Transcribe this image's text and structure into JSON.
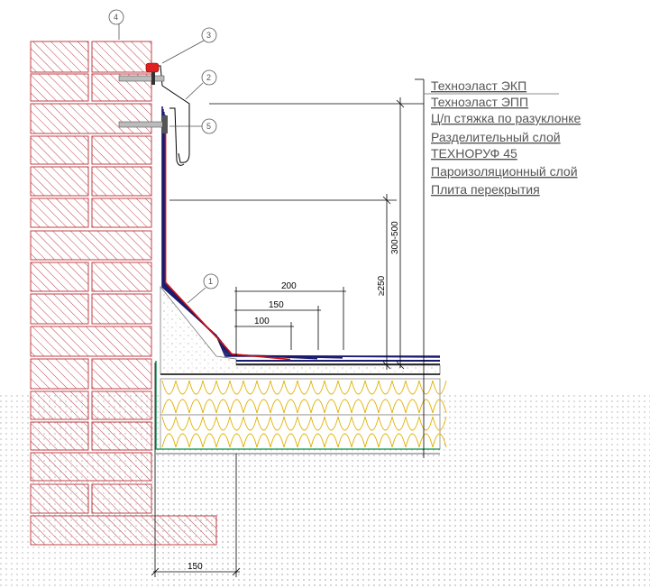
{
  "layers": [
    "Техноэласт ЭКП",
    "Техноэласт ЭПП",
    "Ц/п стяжка по разуклонке",
    "Разделительный слой",
    "ТЕХНОРУФ 45",
    "Пароизоляционный слой",
    "Плита перекрытия"
  ],
  "callouts": [
    "1",
    "2",
    "3",
    "4",
    "5"
  ],
  "dimensions": {
    "d100": "100",
    "d150": "150",
    "d200": "200",
    "d250": "≥250",
    "d300_500": "300-500",
    "d150_bottom": "150"
  },
  "colors": {
    "brick": "#c0404a",
    "membrane": "#1a1a6e",
    "red_layer": "#d01010",
    "vapor": "#2aa060",
    "insulation": "#e8b800"
  }
}
